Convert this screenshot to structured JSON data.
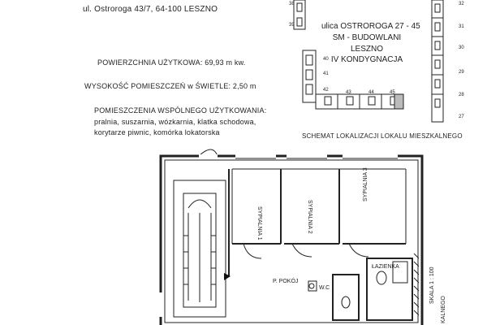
{
  "header": {
    "address": "ul. Ostroroga 43/7,  64-100 LESZNO"
  },
  "info": {
    "area": "POWIERZCHNIA UŻYTKOWA: 69,93  m kw.",
    "height": "WYSOKOŚĆ POMIESZCZEŃ w ŚWIETLE: 2,50 m",
    "shared_heading": "POMIESZCZENIA WSPÓLNEGO UŻYTKOWANIA:",
    "shared_line1": "pralnia, suszarnia, wózkarnia, klatka schodowa,",
    "shared_line2": "korytarze piwnic, komórka lokatorska"
  },
  "location_block": {
    "street": "ulica OSTROROGA   27 - 45",
    "coop": "SM - BUDOWLANI",
    "city": "LESZNO",
    "floor": "IV KONDYGNACJA",
    "caption": "SCHEMAT LOKALIZACJI LOKALU MIESZKALNEGO",
    "building_numbers": [
      "38",
      "39",
      "40",
      "41",
      "42",
      "43",
      "44",
      "45",
      "32",
      "31",
      "30",
      "29",
      "28",
      "27"
    ]
  },
  "floorplan": {
    "rooms": {
      "bedroom1": "SYPIALNIA 1",
      "bedroom2": "SYPIALNIA 2",
      "bedroom3": "SYPIALNIA 3",
      "hall": "P. POKÓJ",
      "wc": "W.C",
      "bathroom": "ŁAZIENKA"
    },
    "scale": "SKALA   1 : 100",
    "side_text": "KALNEGO"
  }
}
